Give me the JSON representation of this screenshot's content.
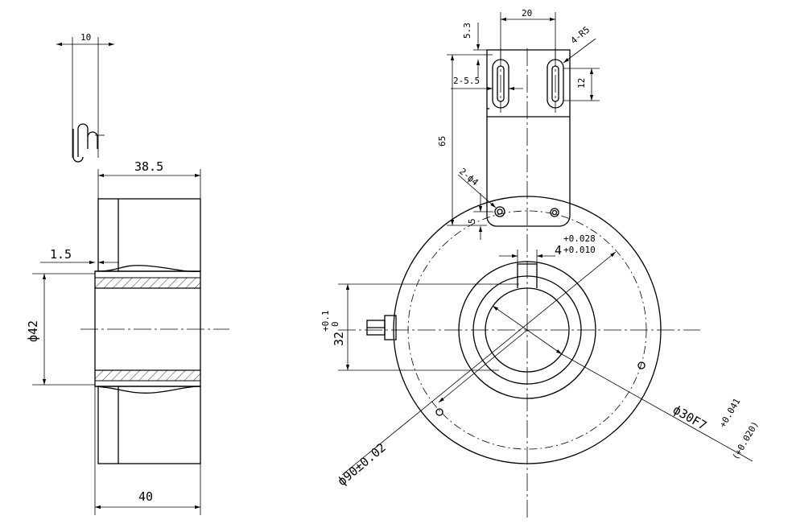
{
  "dimensions": {
    "side_slot_width": "10",
    "side_body_depth": "38.5",
    "side_flange": "1.5",
    "side_diameter": "ф42",
    "side_total": "40",
    "slot_top": "5.3",
    "slot_spacing": "20",
    "slot_radius": "4-R5",
    "slot_width": "2-5.5",
    "slot_length": "12",
    "bracket_height": "65",
    "bracket_holes": "2-ф4",
    "bracket_offset": "5",
    "keyway_width": "4",
    "keyway_tol_upper": "+0.028",
    "keyway_tol_lower": "+0.010",
    "shaft_height": "32",
    "shaft_tol_upper": "+0.1",
    "shaft_tol_lower": "0",
    "outer_diameter": "ф90±0.02",
    "bore_diameter": "ф30F7",
    "bore_tol_upper": "+0.041",
    "bore_tol_lower": "(+0.020)"
  }
}
